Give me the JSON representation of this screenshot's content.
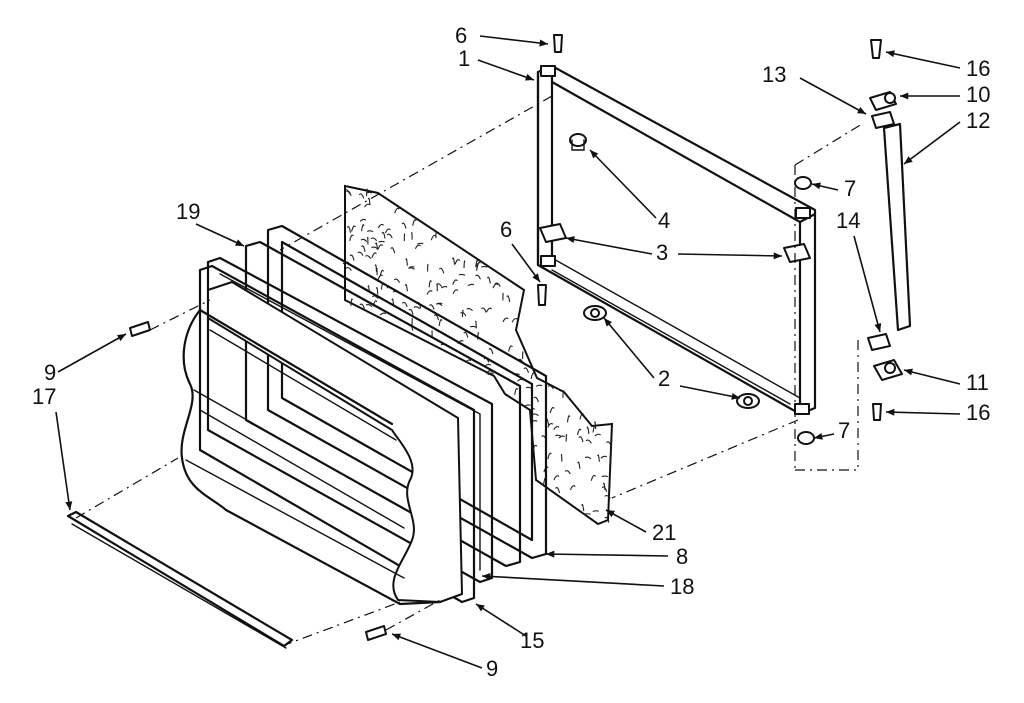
{
  "diagram": {
    "callouts": [
      {
        "id": "c6a",
        "label": "6"
      },
      {
        "id": "c1",
        "label": "1"
      },
      {
        "id": "c13",
        "label": "13"
      },
      {
        "id": "c16a",
        "label": "16"
      },
      {
        "id": "c10",
        "label": "10"
      },
      {
        "id": "c12",
        "label": "12"
      },
      {
        "id": "c7a",
        "label": "7"
      },
      {
        "id": "c4",
        "label": "4"
      },
      {
        "id": "c14",
        "label": "14"
      },
      {
        "id": "c19",
        "label": "19"
      },
      {
        "id": "c6b",
        "label": "6"
      },
      {
        "id": "c3",
        "label": "3"
      },
      {
        "id": "c9a",
        "label": "9"
      },
      {
        "id": "c17",
        "label": "17"
      },
      {
        "id": "c2",
        "label": "2"
      },
      {
        "id": "c11",
        "label": "11"
      },
      {
        "id": "c16b",
        "label": "16"
      },
      {
        "id": "c7b",
        "label": "7"
      },
      {
        "id": "c21",
        "label": "21"
      },
      {
        "id": "c8",
        "label": "8"
      },
      {
        "id": "c18",
        "label": "18"
      },
      {
        "id": "c15",
        "label": "15"
      },
      {
        "id": "c9b",
        "label": "9"
      }
    ]
  }
}
